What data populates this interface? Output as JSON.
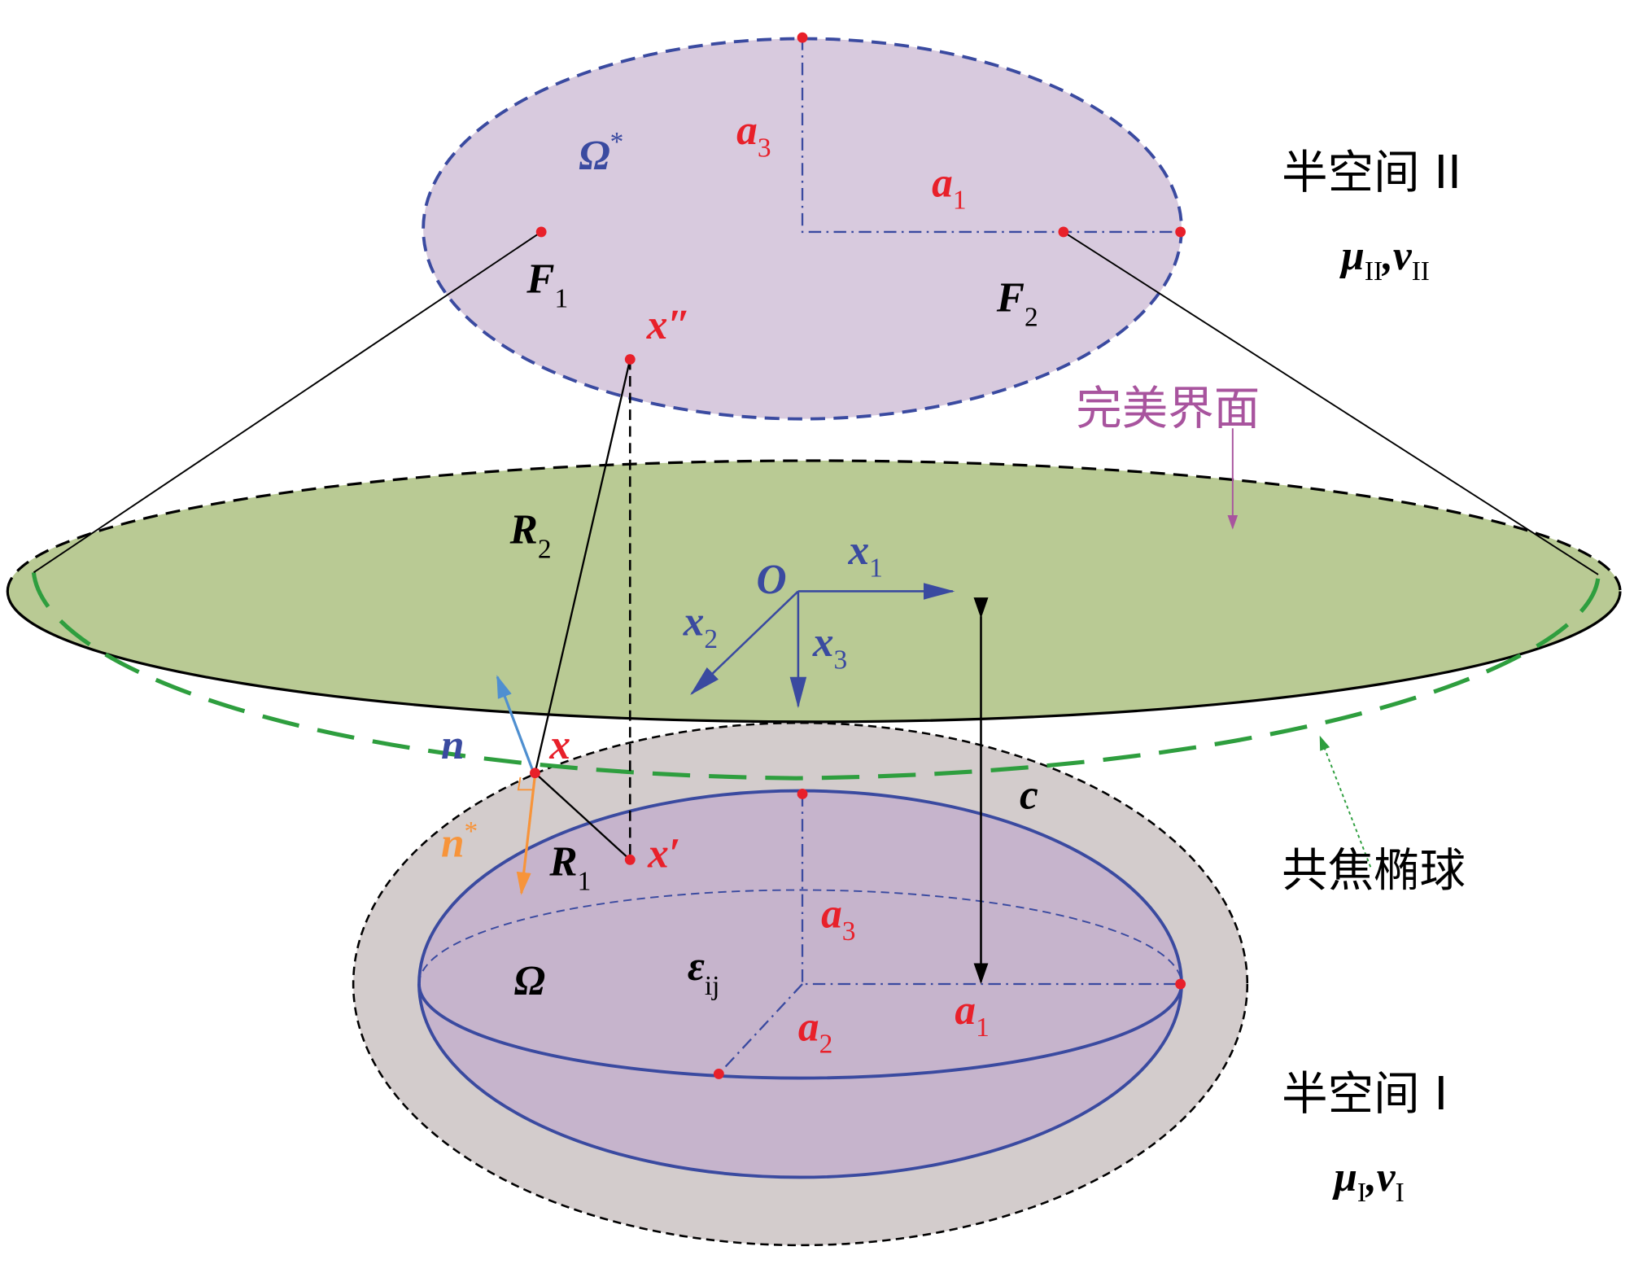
{
  "labels": {
    "omega_star": "Ω",
    "omega_star_sup": "*",
    "a3_top": "a",
    "a3_top_sub": "3",
    "a1_top": "a",
    "a1_top_sub": "1",
    "F1": "F",
    "F1_sub": "1",
    "F2": "F",
    "F2_sub": "2",
    "x_double_prime": "x″",
    "halfspace2": "半空间 II",
    "mu2": "μ",
    "mu2_sub": "II",
    "nu2": ",v",
    "nu2_sub": "II",
    "perfect_interface": "完美界面",
    "R2": "R",
    "R2_sub": "2",
    "O": "O",
    "x1": "x",
    "x1_sub": "1",
    "x2": "x",
    "x2_sub": "2",
    "x3": "x",
    "x3_sub": "3",
    "n": "n",
    "x": "x",
    "n_star": "n",
    "n_star_sup": "*",
    "R1": "R",
    "R1_sub": "1",
    "x_prime": "x′",
    "c": "c",
    "confocal": "共焦椭球",
    "a3_bot": "a",
    "a3_bot_sub": "3",
    "omega": "Ω",
    "eps": "ε",
    "eps_sub": "ij",
    "a2": "a",
    "a2_sub": "2",
    "a1_bot": "a",
    "a1_bot_sub": "1",
    "halfspace1": "半空间 I",
    "mu1": "μ",
    "mu1_sub": "I",
    "nu1": ",v",
    "nu1_sub": "I"
  },
  "colors": {
    "red": "#e8202a",
    "blue": "#3a4aa0",
    "green_fill": "#b9ca94",
    "purple_fill": "#d8cade",
    "gray_fill": "#d3cccc",
    "inner_fill": "#c6b4cc",
    "orange": "#f7943a",
    "light_blue": "#4f8fd0",
    "magenta": "#a8549e",
    "green_dash": "#2e9e3e"
  }
}
